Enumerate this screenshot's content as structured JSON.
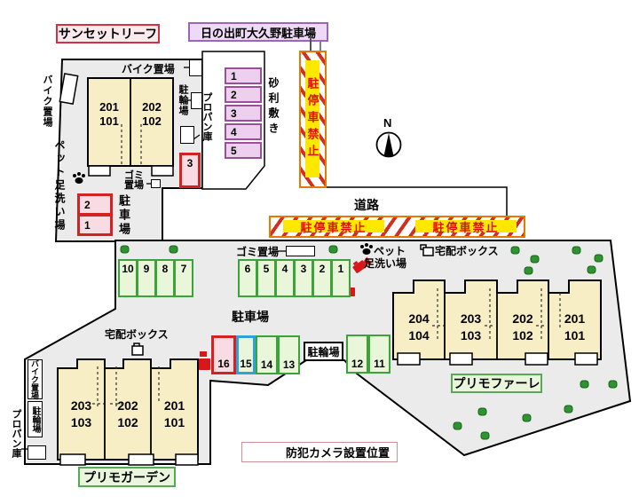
{
  "titles": {
    "sunset_leaf": "サンセットリーフ",
    "hinode_lot": "日の出町大久野駐車場",
    "primo_fare": "プリモファーレ",
    "primo_garden": "プリモガーデン"
  },
  "banner": {
    "no_parking": "駐停車禁止"
  },
  "road": "道路",
  "compass_n": "N",
  "areas": {
    "bike_left": "バイク置場",
    "bike_top": "バイク置場",
    "bicycle_upper": "駐輪場",
    "propane_upper": "プロパン庫",
    "gravel": "砂利敷き",
    "pet_wash_left": "ペット足洗い場",
    "trash_upper_line1": "ゴミ",
    "trash_upper_line2": "置場",
    "parking_vertical": "駐車場",
    "trash_lower": "ゴミ置場",
    "pet_line1": "ペット",
    "pet_line2": "足洗い場",
    "delivery_box_right": "宅配ボックス",
    "delivery_box_left": "宅配ボックス",
    "parking_main": "駐車場",
    "bicycle_mid": "駐輪場",
    "bike_garden": "バイク置場",
    "bicycle_garden": "駐輪場",
    "propane_garden": "プロパン庫"
  },
  "legend": {
    "camera_label": "防犯カメラ設置位置"
  },
  "units": {
    "sunset": [
      {
        "upper": "201",
        "lower": "101"
      },
      {
        "upper": "202",
        "lower": "102"
      }
    ],
    "fare": [
      {
        "upper": "204",
        "lower": "104"
      },
      {
        "upper": "203",
        "lower": "103"
      },
      {
        "upper": "202",
        "lower": "102"
      },
      {
        "upper": "201",
        "lower": "101"
      }
    ],
    "garden": [
      {
        "upper": "203",
        "lower": "103"
      },
      {
        "upper": "202",
        "lower": "102"
      },
      {
        "upper": "201",
        "lower": "101"
      }
    ]
  },
  "spaces": {
    "gravel_lot": [
      "1",
      "2",
      "3",
      "4",
      "5"
    ],
    "red_upper": [
      "2",
      "1"
    ],
    "red_single": "3",
    "row_north_west": [
      "10",
      "9",
      "8",
      "7"
    ],
    "row_north_east": [
      "6",
      "5",
      "4",
      "3",
      "2",
      "1"
    ],
    "row_mid": [
      "16",
      "15",
      "14",
      "13"
    ],
    "row_mid_east": [
      "12",
      "11"
    ]
  },
  "colors": {
    "parcel_fill": "#ebebeb",
    "building_fill": "#f8eec6",
    "space_green_border": "#3aa43a",
    "space_red_border": "#d42222",
    "space_blue_border": "#2fa3d8",
    "space_purple_border": "#9b4f9b",
    "banner_border": "#e87800",
    "banner_stripe": "#d03020",
    "banner_yellow": "#ffe800",
    "banner_text": "#e01010",
    "bush_green": "#2f9331",
    "camera_red": "#d81818"
  }
}
